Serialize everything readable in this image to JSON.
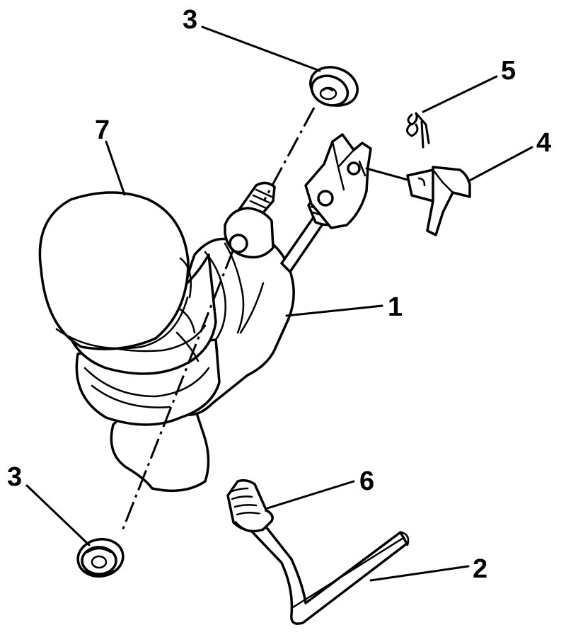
{
  "callouts": [
    {
      "id": "label-7",
      "text": "7"
    },
    {
      "id": "label-3-top",
      "text": "3"
    },
    {
      "id": "label-5",
      "text": "5"
    },
    {
      "id": "label-4",
      "text": "4"
    },
    {
      "id": "label-1",
      "text": "1"
    },
    {
      "id": "label-3-bottom",
      "text": "3"
    },
    {
      "id": "label-6",
      "text": "6"
    },
    {
      "id": "label-2",
      "text": "2"
    }
  ],
  "colors": {
    "ink": "#000000",
    "paper": "#ffffff"
  }
}
